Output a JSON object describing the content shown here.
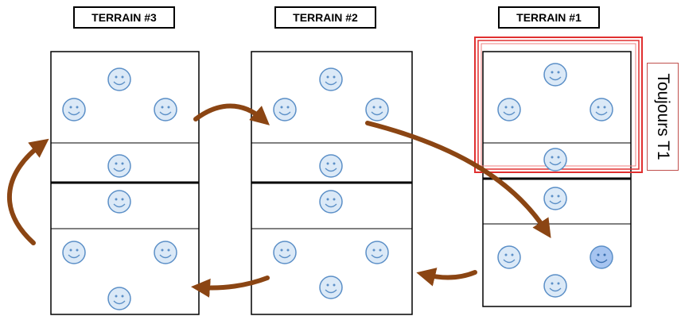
{
  "titles": {
    "t3": "TERRAIN #3",
    "t2": "TERRAIN #2",
    "t1": "TERRAIN #1"
  },
  "side_label": "Toujours T1",
  "colors": {
    "arrow": "#8b4513",
    "highlight": "#e03030",
    "smiley_fill": "#dbe9f7",
    "smiley_stroke": "#5b8fc7",
    "smiley_special": "#a6c4f0"
  }
}
